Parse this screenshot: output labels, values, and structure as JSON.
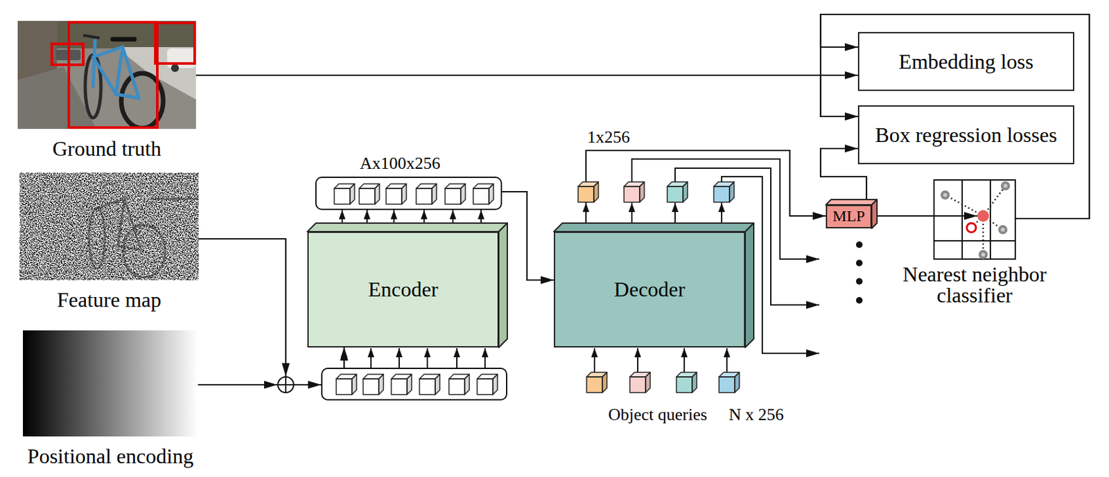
{
  "diagram": {
    "nodes": [
      {
        "text": [
          "Ground truth"
        ]
      },
      {
        "text": [
          "Feature map"
        ]
      },
      {
        "text": [
          "Positional encoding"
        ]
      },
      {
        "text": [
          "Encoder"
        ]
      },
      {
        "text": [
          "Decoder"
        ]
      },
      {
        "text": [
          "Embedding loss"
        ]
      },
      {
        "text": [
          "Box regression losses"
        ]
      },
      {
        "text": [
          "MLP"
        ]
      },
      {
        "text": [
          "Nearest neighbor classifier"
        ]
      }
    ],
    "edges": [
      {
        "from": 0,
        "to": 5,
        "arrow": "to"
      },
      {
        "from": 0,
        "to": 6,
        "arrow": "to"
      },
      {
        "from": 1,
        "to": 3,
        "arrow": "to"
      },
      {
        "from": 2,
        "to": 3,
        "arrow": "to"
      },
      {
        "from": 3,
        "to": 4,
        "arrow": "to"
      },
      {
        "from": 4,
        "to": 7,
        "arrow": "to"
      },
      {
        "from": 7,
        "to": 6,
        "arrow": "to"
      },
      {
        "from": 7,
        "to": 8,
        "arrow": "to"
      },
      {
        "from": 8,
        "to": 5,
        "arrow": "to"
      },
      {
        "from": 8,
        "to": 6,
        "arrow": "to"
      }
    ],
    "labels": [
      "Ax100x256",
      "1x256",
      "Object queries",
      "N x 256"
    ]
  }
}
